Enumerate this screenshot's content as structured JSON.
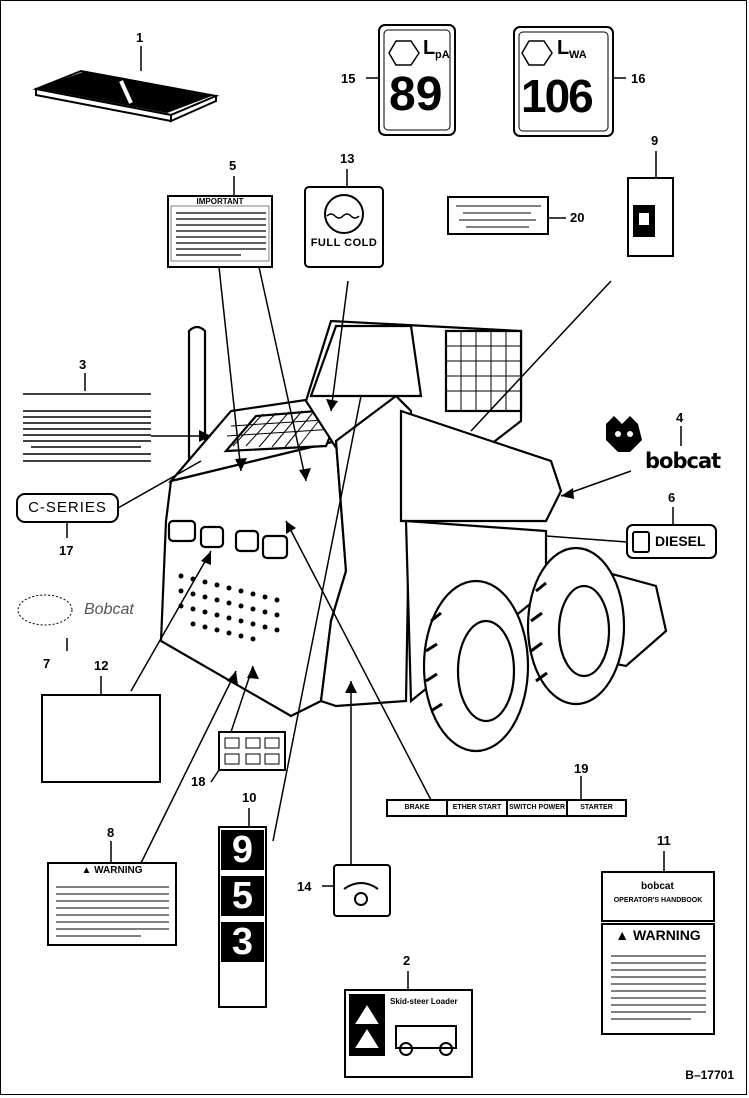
{
  "callouts": [
    "1",
    "2",
    "3",
    "4",
    "5",
    "6",
    "7",
    "8",
    "9",
    "10",
    "11",
    "12",
    "13",
    "14",
    "15",
    "16",
    "17",
    "18",
    "19",
    "20"
  ],
  "labels": {
    "sound_pressure": {
      "symbol": "L",
      "sub": "pA",
      "value": "89"
    },
    "sound_power": {
      "symbol": "L",
      "sub": "WA",
      "value": "106"
    },
    "important": "IMPORTANT",
    "full_cold": "FULL COLD",
    "c_series": "C-SERIES",
    "brand": "bobcat",
    "brand_alt": "Bobcat",
    "diesel": "DIESEL",
    "warning": "WARNING",
    "warning_large": "WARNING",
    "model_digits": [
      "9",
      "5",
      "3"
    ],
    "operators_handbook": "OPERATOR'S HANDBOOK",
    "skid_steer_loader": "Skid-steer Loader",
    "instrument_panel": [
      "BRAKE",
      "ETHER START",
      "SWITCH POWER",
      "STARTER"
    ]
  },
  "reference": "B–17701"
}
